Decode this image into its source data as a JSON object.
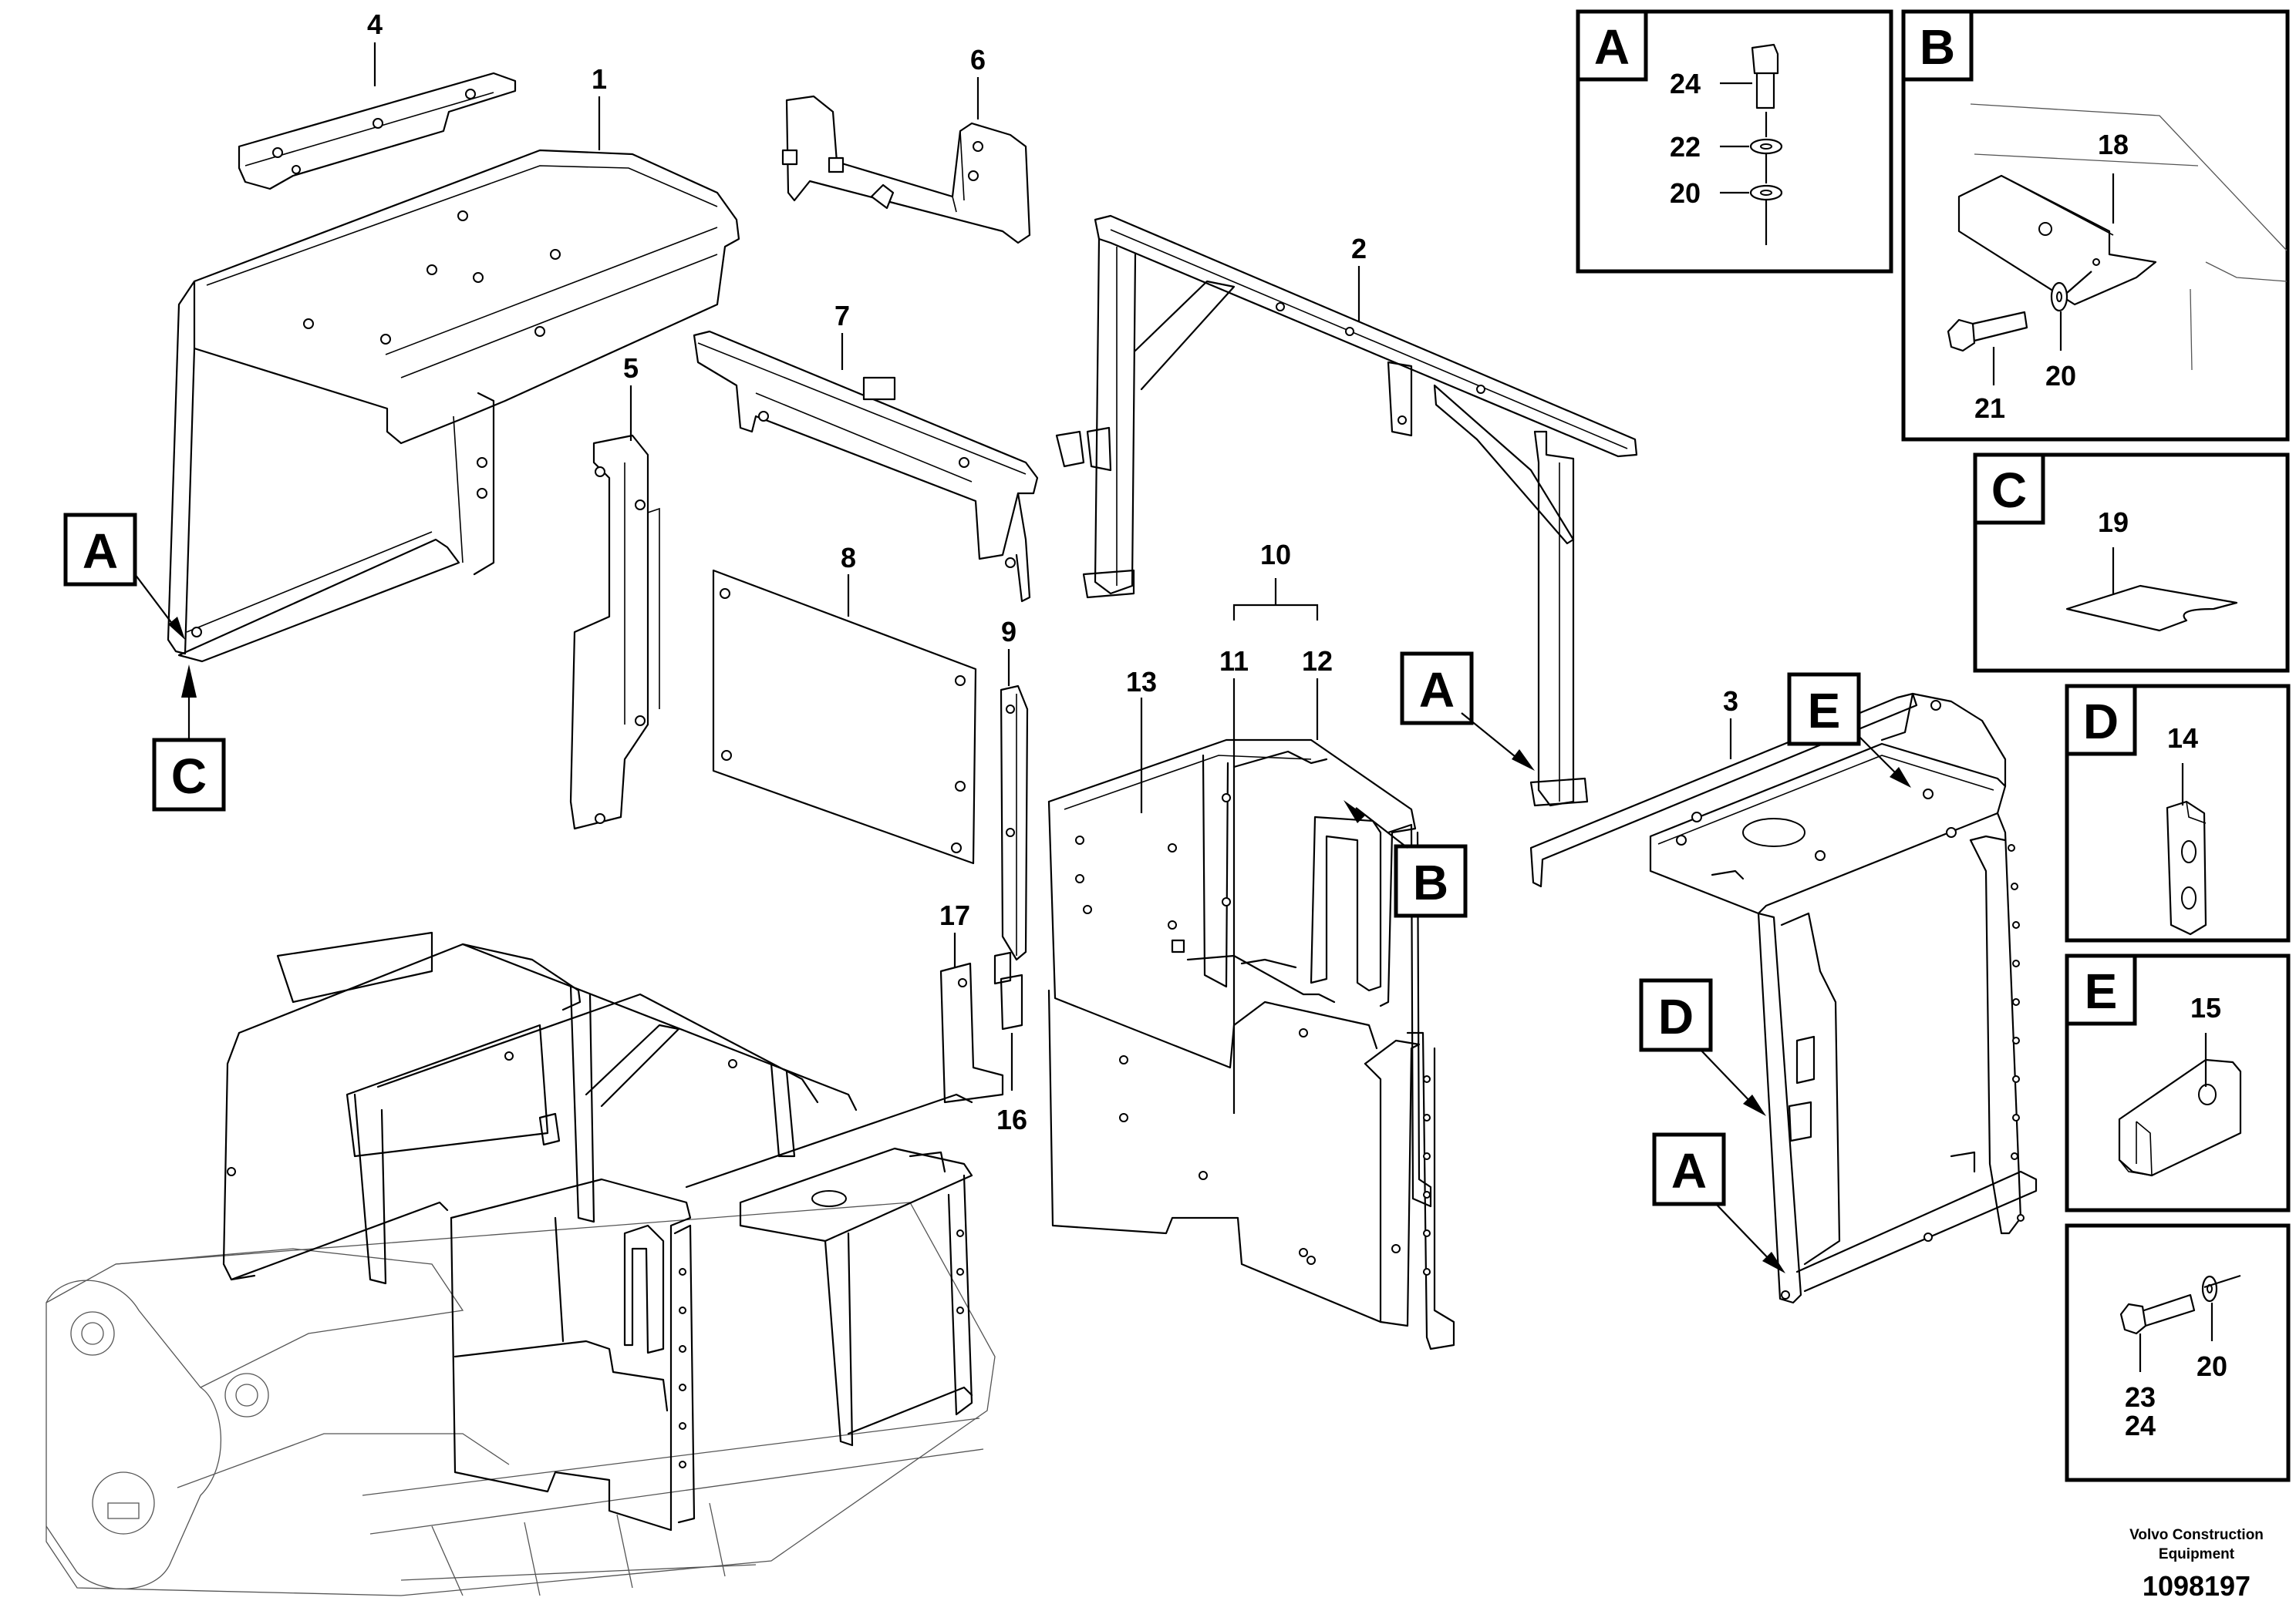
{
  "parts": {
    "p1": "1",
    "p2": "2",
    "p3": "3",
    "p4": "4",
    "p5": "5",
    "p6": "6",
    "p7": "7",
    "p8": "8",
    "p9": "9",
    "p10": "10",
    "p11": "11",
    "p12": "12",
    "p13": "13",
    "p14": "14",
    "p15": "15",
    "p16": "16",
    "p17": "17",
    "p18": "18",
    "p19": "19",
    "p20": "20",
    "p21": "21",
    "p22": "22",
    "p23": "23",
    "p24": "24"
  },
  "detail_refs": {
    "a": "A",
    "b": "B",
    "c": "C",
    "d": "D",
    "e": "E"
  },
  "footer": {
    "company_line1": "Volvo Construction",
    "company_line2": "Equipment",
    "drawing_number": "1098197"
  }
}
